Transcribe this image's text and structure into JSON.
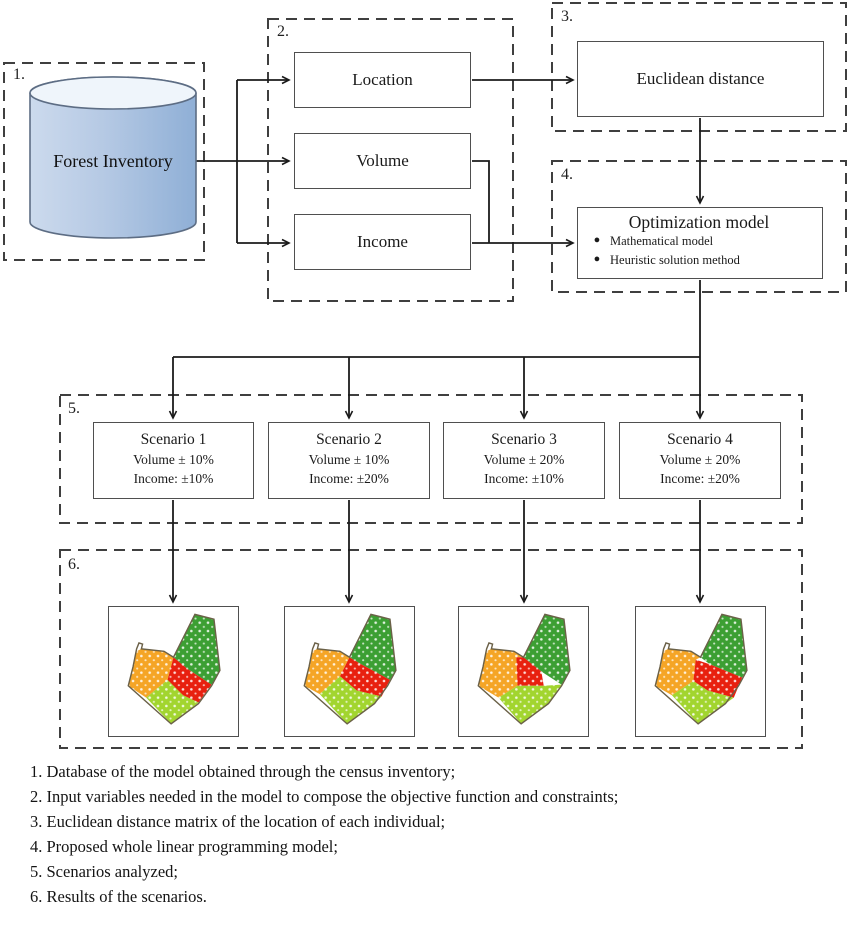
{
  "flow": {
    "step1": {
      "label": "1.",
      "database_label": "Forest Inventory"
    },
    "step2": {
      "label": "2.",
      "inputs": [
        "Location",
        "Volume",
        "Income"
      ]
    },
    "step3": {
      "label": "3.",
      "box_label": "Euclidean distance"
    },
    "step4": {
      "label": "4.",
      "box_title": "Optimization model",
      "bullet_char": "●",
      "bullets": [
        "Mathematical model",
        "Heuristic solution method"
      ]
    },
    "step5": {
      "label": "5.",
      "scenarios": [
        {
          "title": "Scenario 1",
          "volume": "Volume ± 10%",
          "income": "Income: ±10%"
        },
        {
          "title": "Scenario 2",
          "volume": "Volume ± 10%",
          "income": "Income: ±20%"
        },
        {
          "title": "Scenario 3",
          "volume": "Volume ± 20%",
          "income": "Income: ±10%"
        },
        {
          "title": "Scenario 4",
          "volume": "Volume ± 20%",
          "income": "Income: ±20%"
        }
      ]
    },
    "step6": {
      "label": "6."
    }
  },
  "legend_lines": [
    "1. Database of the model obtained through the census inventory;",
    "2. Input variables needed in the model to compose the objective function and constraints;",
    "3. Euclidean distance matrix of the location of each individual;",
    "4. Proposed whole linear programming model;",
    "5. Scenarios analyzed;",
    "6. Results of the scenarios."
  ],
  "colors": {
    "cylinder_light": "#ccdaed",
    "cylinder_dark": "#8fafd6",
    "cylinder_top": "#eff5fb",
    "cylinder_border": "#5d6d84",
    "line": "#1b1b1b",
    "dash_border": "#3f3f3f",
    "map_orange": "#F5A526",
    "map_red": "#E8200F",
    "map_lime": "#A2D52F",
    "map_green": "#3C9F33",
    "map_outline": "#6b6148"
  }
}
